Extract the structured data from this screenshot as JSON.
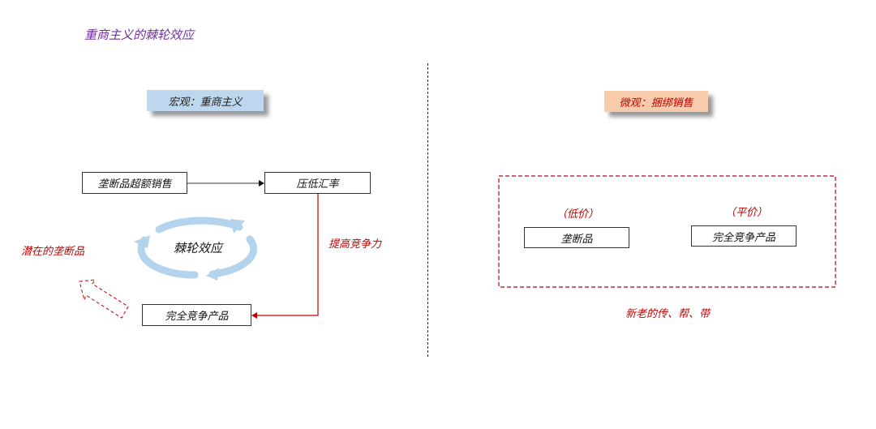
{
  "title": "重商主义的棘轮效应",
  "left": {
    "header": "宏观：重商主义",
    "box_monopoly_sales": "垄断品超额销售",
    "box_lower_rate": "压低汇率",
    "box_competitive": "完全竞争产品",
    "label_competitiveness": "提高竞争力",
    "label_potential": "潜在的垄断品",
    "cycle_label": "棘轮效应"
  },
  "right": {
    "header": "微观：捆绑销售",
    "low_price": "（低价）",
    "box_monopoly": "垄断品",
    "par_price": "（平价）",
    "box_competitive": "完全竞争产品",
    "caption": "新老的传、帮、带"
  },
  "colors": {
    "title": "#7030a0",
    "accent": "#c00000",
    "blue_header": "#bdd7ee",
    "orange_header": "#f8cbad",
    "cycle": "#b4d3ec"
  }
}
